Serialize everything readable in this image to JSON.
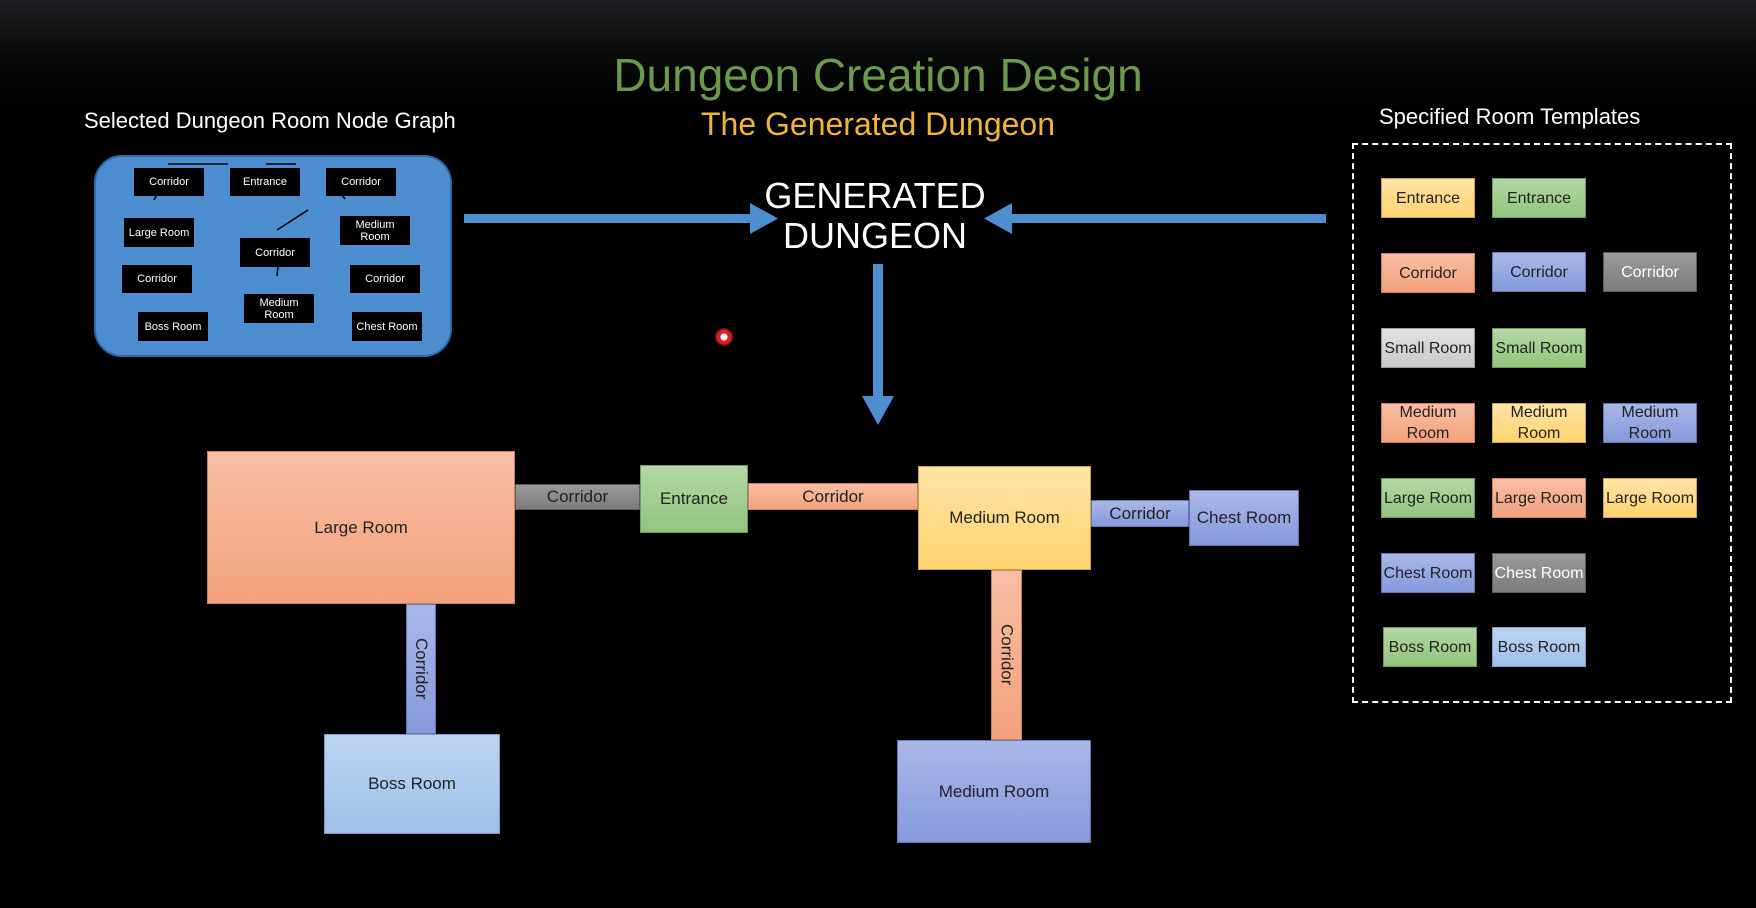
{
  "title": "Dungeon Creation Design",
  "subtitle": "The Generated Dungeon",
  "node_graph": {
    "label": "Selected Dungeon Room Node Graph",
    "nodes": [
      "Corridor",
      "Entrance",
      "Corridor",
      "Large Room",
      "Medium Room",
      "Corridor",
      "Corridor",
      "Corridor",
      "Medium Room",
      "Boss Room",
      "Chest Room"
    ]
  },
  "generated_label": [
    "GENERATED",
    "DUNGEON"
  ],
  "templates": {
    "label": "Specified Room Templates",
    "items": [
      "Entrance",
      "Entrance",
      "Corridor",
      "Corridor",
      "Corridor",
      "Small Room",
      "Small Room",
      "Medium Room",
      "Medium Room",
      "Medium Room",
      "Large Room",
      "Large Room",
      "Large Room",
      "Chest Room",
      "Chest Room",
      "Boss Room",
      "Boss Room"
    ]
  },
  "dungeon": {
    "rooms": [
      "Large Room",
      "Corridor",
      "Entrance",
      "Corridor",
      "Medium Room",
      "Corridor",
      "Chest Room",
      "Corridor",
      "Boss Room",
      "Corridor",
      "Medium Room"
    ]
  },
  "colors": {
    "orange": "#f3a27c",
    "green": "#93c47d",
    "yellow": "#ffd36e",
    "blue": "#8599dc",
    "light_blue": "#9fc0ea",
    "gray": "#7c7c7c",
    "arrow": "#4d8ed1",
    "title": "#6a9a4a",
    "subtitle": "#f0b43c"
  }
}
